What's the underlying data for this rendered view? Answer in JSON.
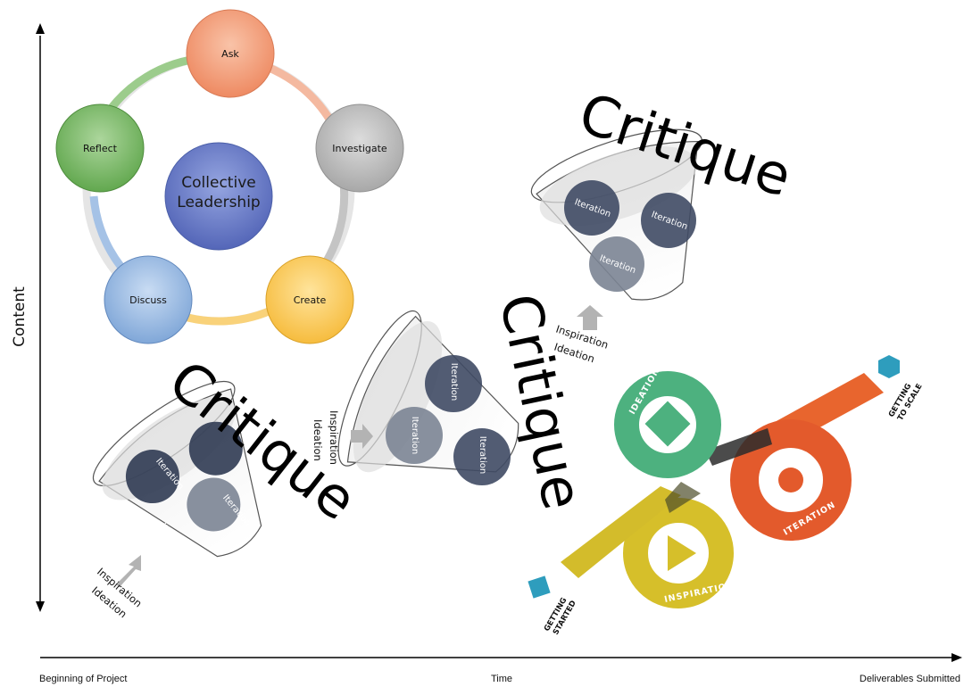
{
  "axes": {
    "y_title": "Content",
    "x_title": "Time",
    "x_start": "Beginning of Project",
    "x_end": "Deliverables Submitted"
  },
  "cycle": {
    "center": "Collective Leadership",
    "center_line1": "Collective",
    "center_line2": "Leadership",
    "nodes": [
      "Ask",
      "Investigate",
      "Create",
      "Discuss",
      "Reflect"
    ]
  },
  "funnels": {
    "critique": "Critique",
    "iteration": "Iteration",
    "inspiration": "Inspiration",
    "ideation": "Ideation"
  },
  "design_cycle": {
    "ideation": "IDEATION",
    "iteration": "ITERATION",
    "inspiration": "INSPIRATION",
    "getting_started_1": "GETTING",
    "getting_started_2": "STARTED",
    "getting_to_scale_1": "GETTING",
    "getting_to_scale_2": "TO SCALE"
  },
  "colors": {
    "ask": "#f4a582",
    "investigate": "#bdbdbd",
    "create": "#fdd26e",
    "discuss": "#a6c4e8",
    "reflect": "#8cc47a",
    "center": "#6f83cc",
    "iteration_circle": "#7b8494",
    "ideation_green": "#4caf7d",
    "iteration_orange": "#e85a2f",
    "inspiration_yellow": "#d9c22b",
    "teal": "#2e9dbd"
  }
}
